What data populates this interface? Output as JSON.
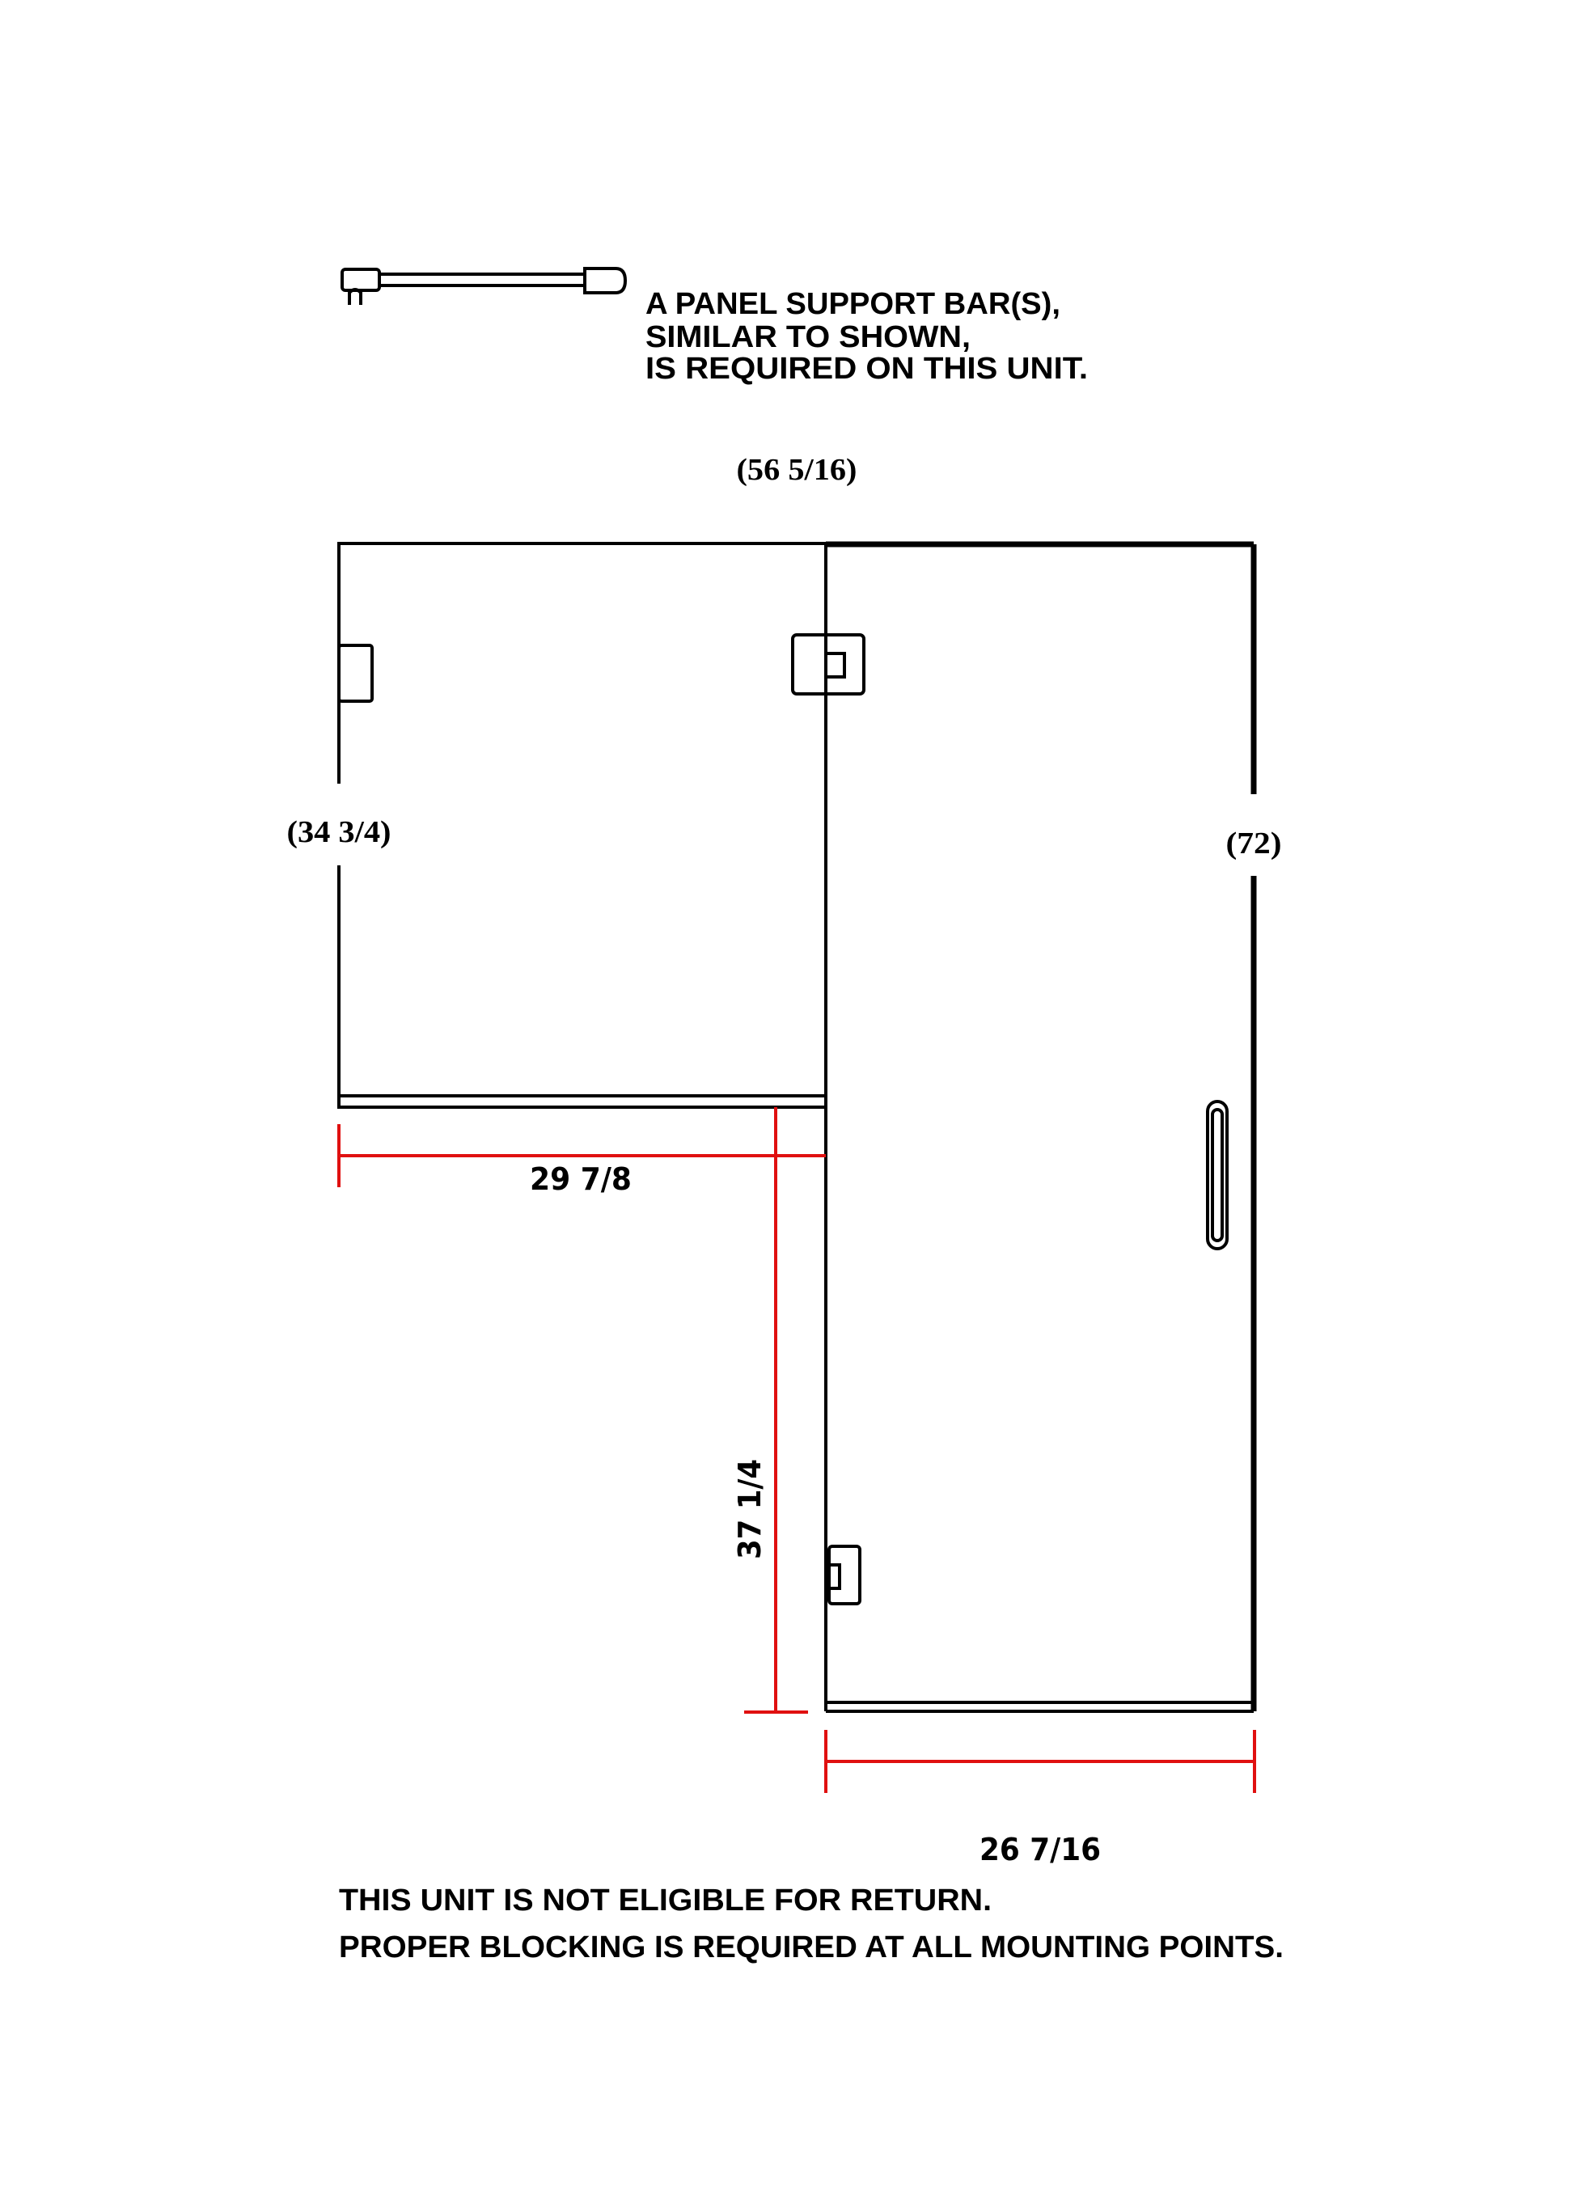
{
  "note": {
    "lines": [
      "A PANEL SUPPORT BAR(S),",
      "SIMILAR TO SHOWN,",
      "IS REQUIRED ON THIS UNIT."
    ]
  },
  "dimensions": {
    "overall_width": "(56 5/16)",
    "left_panel_height": "(34 3/4)",
    "door_height": "(72)",
    "left_panel_width": "29 7/8",
    "return_depth": "37 1/4",
    "door_width": "26 7/16"
  },
  "footer": {
    "line1": "THIS UNIT IS NOT ELIGIBLE FOR RETURN.",
    "line2": "PROPER BLOCKING IS REQUIRED AT ALL MOUNTING POINTS."
  },
  "colors": {
    "dimension_line": "#e01010",
    "outline": "#000000"
  }
}
